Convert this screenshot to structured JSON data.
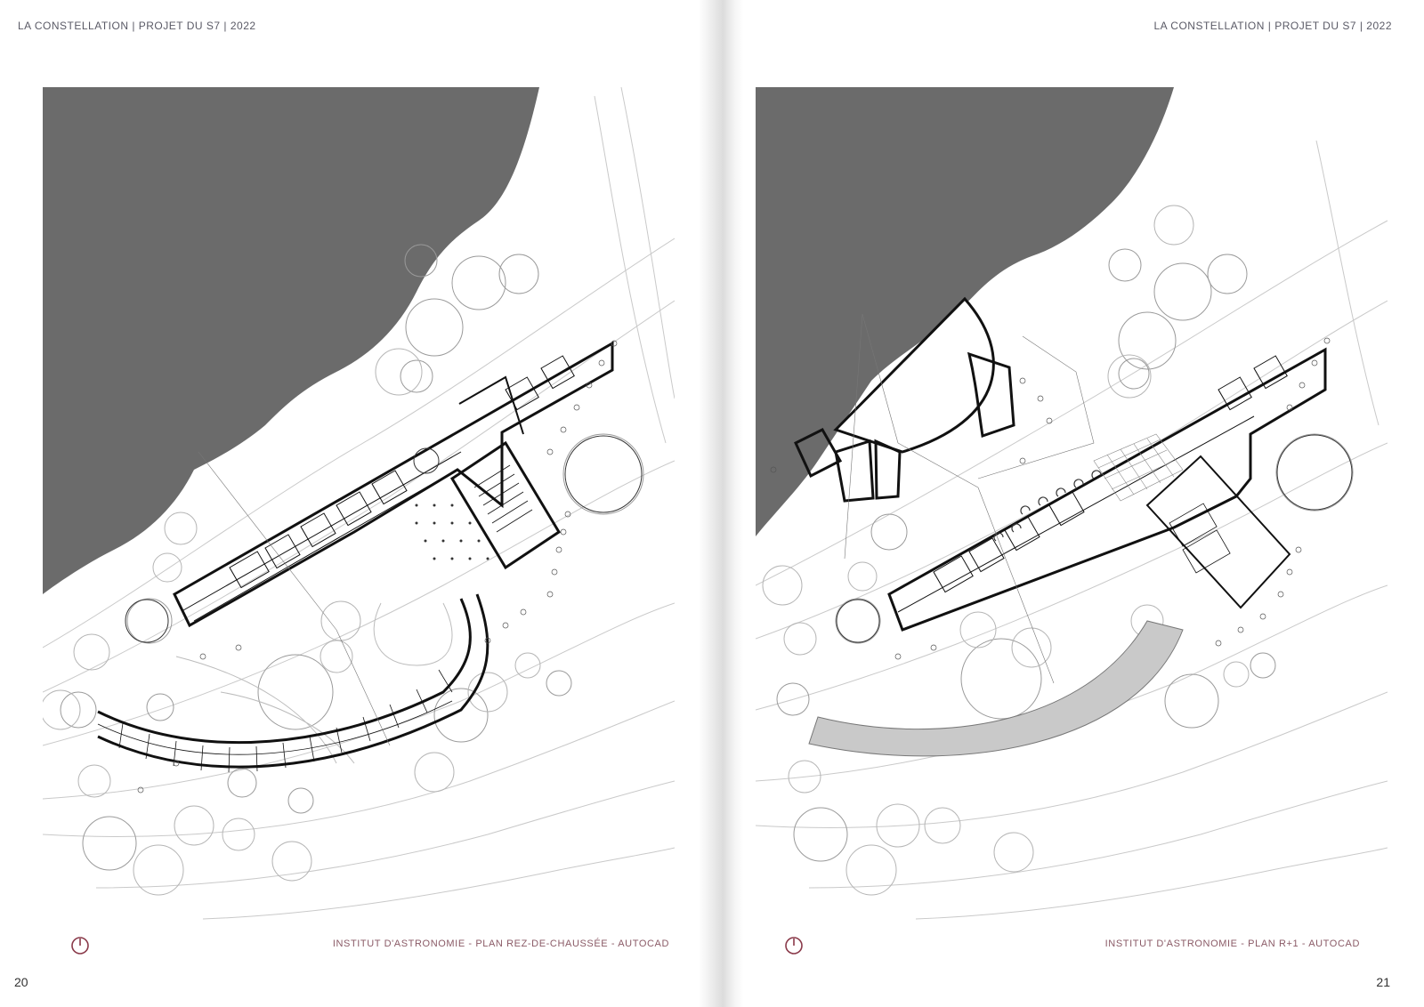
{
  "header": "LA CONSTELLATION | PROJET DU S7 | 2022",
  "pages": {
    "left": {
      "caption": "INSTITUT D'ASTRONOMIE - PLAN REZ-DE-CHAUSSÉE - AUTOCAD",
      "number": "20"
    },
    "right": {
      "caption": "INSTITUT D'ASTRONOMIE - PLAN R+1 - AUTOCAD",
      "number": "21"
    }
  },
  "colors": {
    "water": "#6b6b6b",
    "accent": "#8a3a4a",
    "walls": "#111111",
    "terrace": "#c9c9c9"
  }
}
